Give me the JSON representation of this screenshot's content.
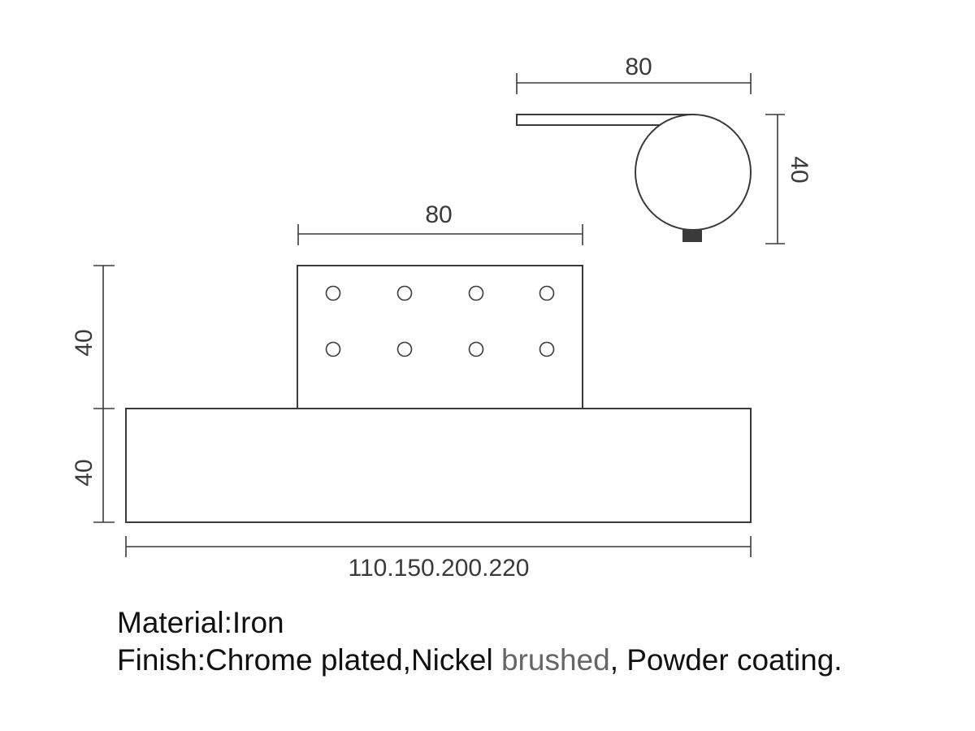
{
  "dimensions": {
    "top_view_width": "80",
    "top_view_height": "40",
    "plate_width": "80",
    "plate_height": "40",
    "base_height": "40",
    "base_length": "110.150.200.220"
  },
  "notes": {
    "material": "Material:Iron",
    "finish_part1": "Finish:Chrome plated,Nickel ",
    "finish_part2": "brushed",
    "finish_part3": ", Powder coating."
  },
  "colors": {
    "line": "#3a3a3a",
    "text": "#111111",
    "muted_text": "#666666"
  },
  "holes": {
    "rows": 2,
    "cols": 4
  }
}
